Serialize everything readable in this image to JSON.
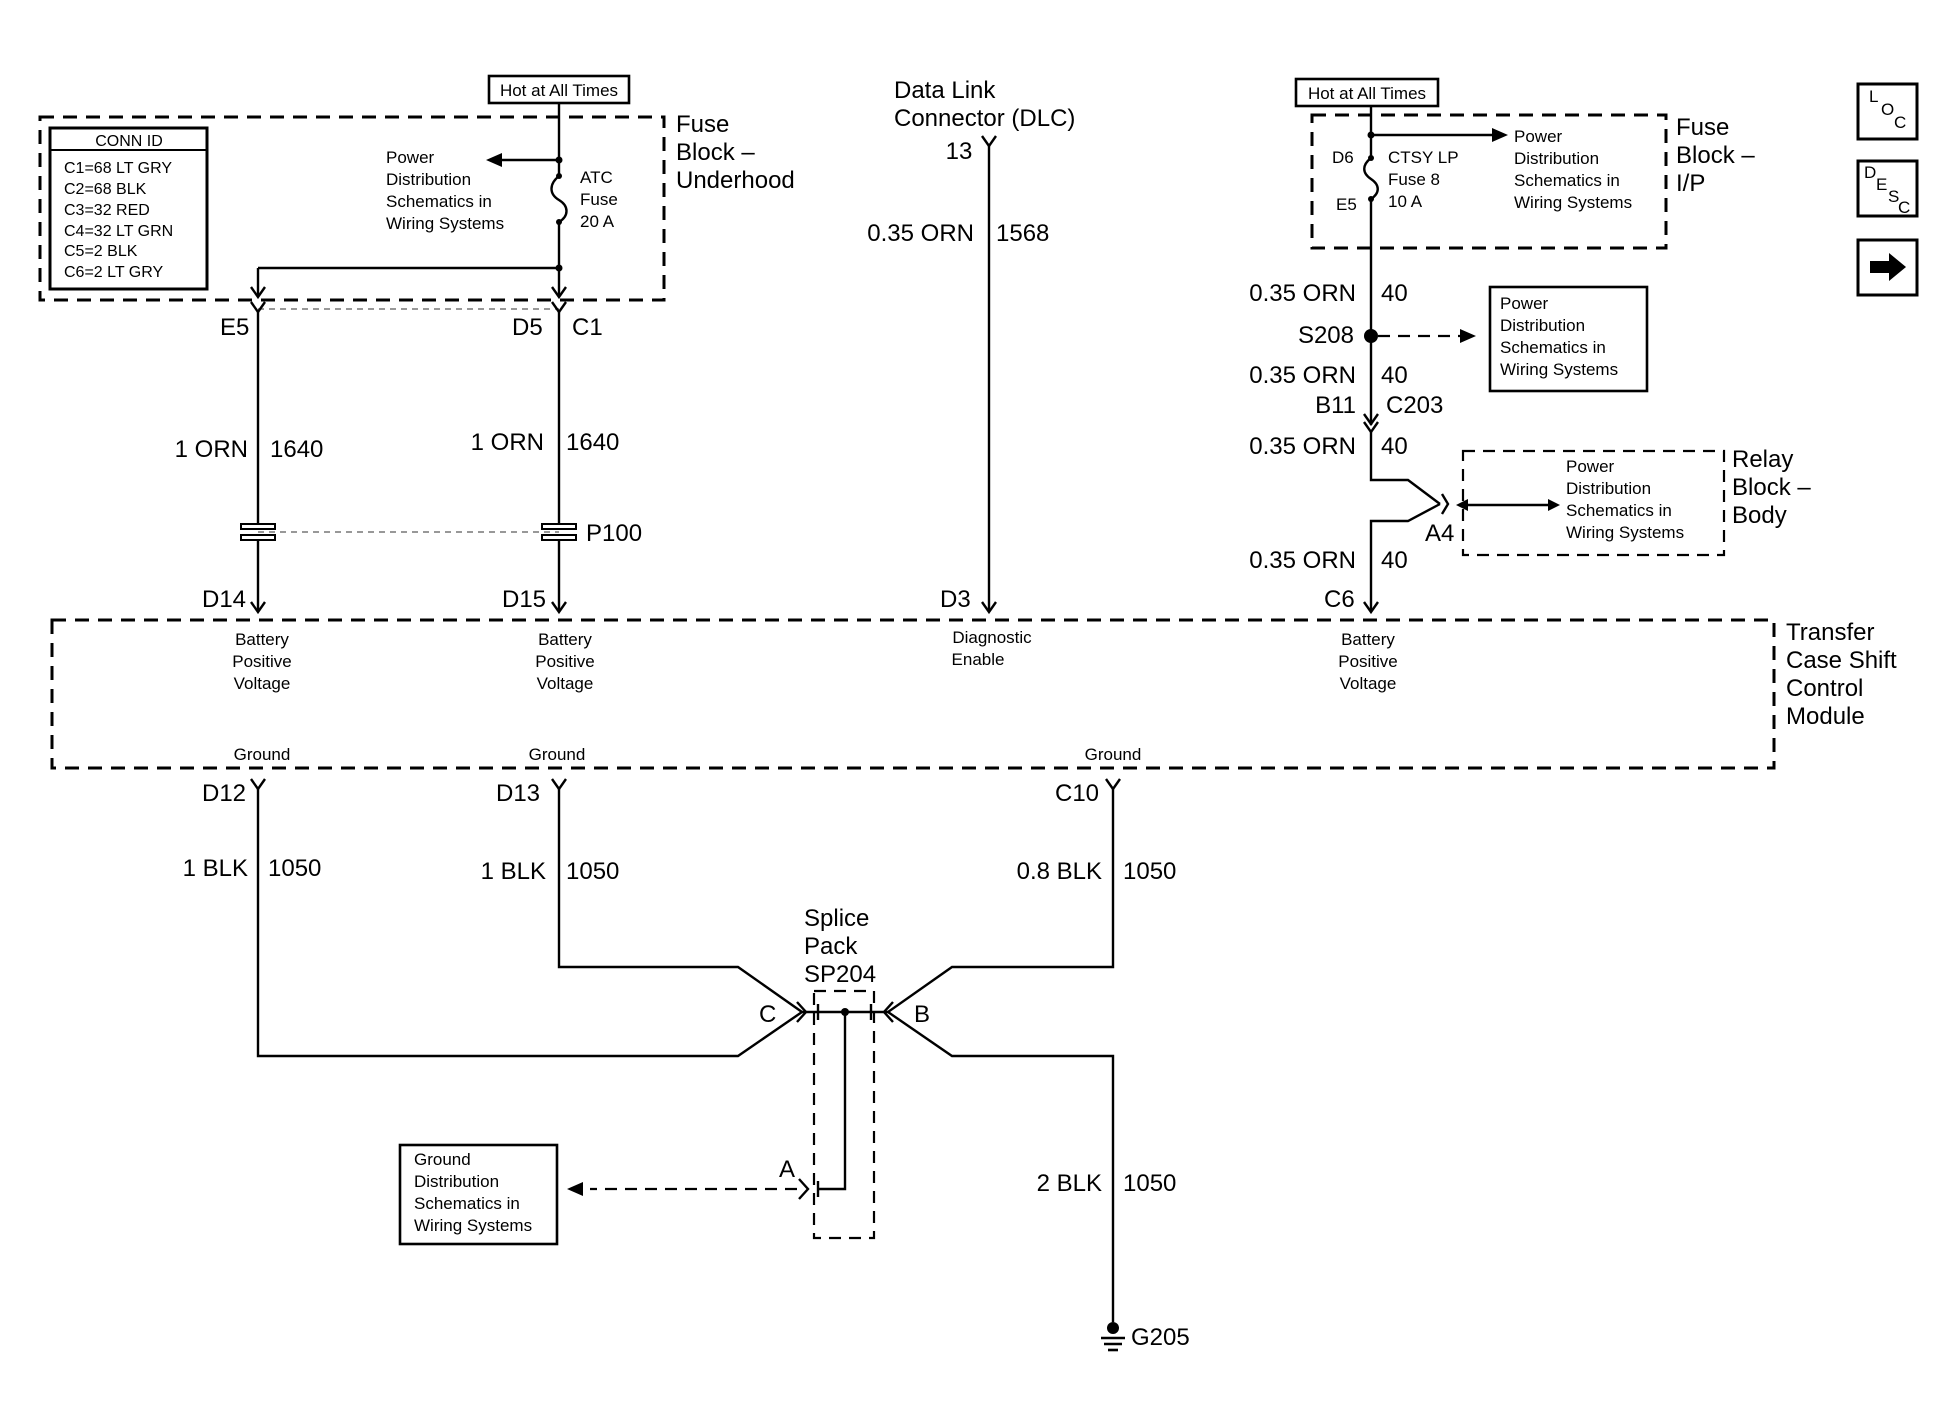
{
  "hot1": "Hot at All Times",
  "hot2": "Hot at All Times",
  "conn_id": {
    "title": "CONN ID",
    "rows": [
      "C1=68 LT GRY",
      "C2=68 BLK",
      "C3=32 RED",
      "C4=32 LT GRN",
      "C5=2 BLK",
      "C6=2 LT GRY"
    ]
  },
  "fuse_underhood": {
    "label": [
      "Fuse",
      "Block –",
      "Underhood"
    ],
    "power_ref": [
      "Power",
      "Distribution",
      "Schematics in",
      "Wiring Systems"
    ],
    "fuse": [
      "ATC",
      "Fuse",
      "20 A"
    ]
  },
  "dlc": {
    "label": [
      "Data Link",
      "Connector (DLC)"
    ],
    "pin": "13",
    "wire_size": "0.35 ORN",
    "circuit": "1568",
    "module_pin": "D3",
    "function": [
      "Diagnostic",
      "Enable"
    ]
  },
  "fuse_ip": {
    "label": [
      "Fuse",
      "Block –",
      "I/P"
    ],
    "pin_in": "D6",
    "pin_out": "E5",
    "fuse": [
      "CTSY LP",
      "Fuse 8",
      "10 A"
    ],
    "power_ref": [
      "Power",
      "Distribution",
      "Schematics in",
      "Wiring Systems"
    ]
  },
  "ip_circuit": {
    "w1_size": "0.35 ORN",
    "w1_ckt": "40",
    "splice": "S208",
    "splice_ref": [
      "Power",
      "Distribution",
      "Schematics in",
      "Wiring Systems"
    ],
    "w2_size": "0.35 ORN",
    "w2_ckt": "40",
    "conn_pin": "B11",
    "conn": "C203",
    "w3_size": "0.35 ORN",
    "w3_ckt": "40",
    "relay_pin": "A4",
    "relay_ref": [
      "Power",
      "Distribution",
      "Schematics in",
      "Wiring Systems"
    ],
    "relay_label": [
      "Relay",
      "Block –",
      "Body"
    ],
    "w4_size": "0.35 ORN",
    "w4_ckt": "40",
    "module_pin": "C6"
  },
  "left_feed": {
    "pin_e5": "E5",
    "pin_d5": "D5",
    "pin_c1": "C1",
    "w1_size": "1 ORN",
    "w1_ckt": "1640",
    "w2_size": "1 ORN",
    "w2_ckt": "1640",
    "inline_conn": "P100",
    "pin_d14": "D14",
    "pin_d15": "D15"
  },
  "module": {
    "label": [
      "Transfer",
      "Case Shift",
      "Control",
      "Module"
    ],
    "bpv": [
      "Battery",
      "Positive",
      "Voltage"
    ],
    "ground": "Ground"
  },
  "grounds": {
    "pin_d12": "D12",
    "pin_d13": "D13",
    "pin_c10": "C10",
    "w1_size": "1 BLK",
    "w1_ckt": "1050",
    "w2_size": "1 BLK",
    "w2_ckt": "1050",
    "w3_size": "0.8 BLK",
    "w3_ckt": "1050",
    "w4_size": "2 BLK",
    "w4_ckt": "1050",
    "ground_point": "G205"
  },
  "splice_pack": {
    "label": [
      "Splice",
      "Pack",
      "SP204"
    ],
    "pin_c": "C",
    "pin_b": "B",
    "pin_a": "A",
    "ground_ref": [
      "Ground",
      "Distribution",
      "Schematics in",
      "Wiring Systems"
    ]
  },
  "nav": {
    "loc": [
      "L",
      "O",
      "C"
    ],
    "desc": [
      "D",
      "E",
      "S",
      "C"
    ]
  }
}
